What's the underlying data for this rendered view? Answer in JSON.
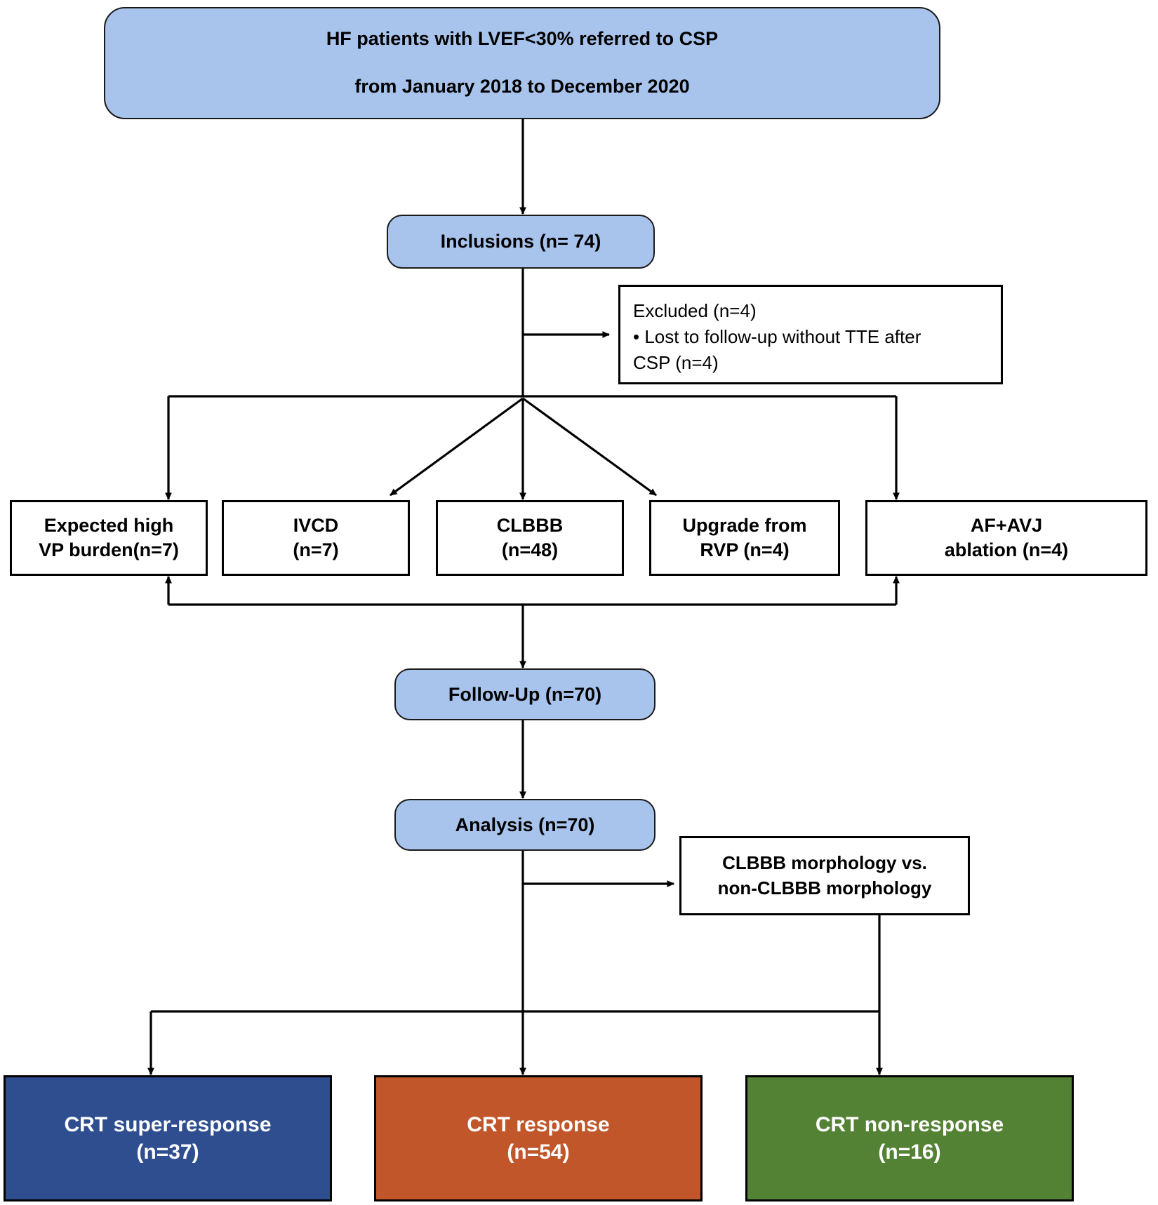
{
  "chart_data": {
    "type": "diagram",
    "title": "CRT / conduction system pacing patient flow diagram",
    "nodes": [
      {
        "id": "source",
        "label": "HF patients with LVEF<30% referred to CSP from January 2018 to December 2020",
        "count": null
      },
      {
        "id": "inclusions",
        "label": "Inclusions (n= 74)",
        "count": 74
      },
      {
        "id": "excluded",
        "label": "Excluded (n=4)",
        "count": 4
      },
      {
        "id": "vp",
        "label": "Expected high VP burden(n=7)",
        "count": 7
      },
      {
        "id": "ivcd",
        "label": "IVCD (n=7)",
        "count": 7
      },
      {
        "id": "clbbb",
        "label": "CLBBB (n=48)",
        "count": 48
      },
      {
        "id": "rvp",
        "label": "Upgrade from RVP (n=4)",
        "count": 4
      },
      {
        "id": "afavj",
        "label": "AF+AVJ ablation (n=4)",
        "count": 4
      },
      {
        "id": "followup",
        "label": "Follow-Up (n=70)",
        "count": 70
      },
      {
        "id": "analysis",
        "label": "Analysis (n=70)",
        "count": 70
      },
      {
        "id": "morph",
        "label": "CLBBB morphology vs. non-CLBBB morphology",
        "count": null
      },
      {
        "id": "super",
        "label": "CRT super-response (n=37)",
        "count": 37
      },
      {
        "id": "resp",
        "label": "CRT response (n=54)",
        "count": 54
      },
      {
        "id": "nonresp",
        "label": "CRT non-response (n=16)",
        "count": 16
      }
    ]
  },
  "source_box": {
    "line1": "HF patients with LVEF<30% referred to CSP",
    "line2": "from January 2018 to December 2020"
  },
  "inclusions_box": {
    "label": "Inclusions (n= 74)"
  },
  "excluded_box": {
    "title": "Excluded (n=4)",
    "bullet1_line1": "• Lost to follow-up without TTE after",
    "bullet1_line2": "CSP (n=4)"
  },
  "category_boxes": [
    {
      "line1": "Expected high",
      "line2": "VP burden(n=7)"
    },
    {
      "line1": "IVCD",
      "line2": "(n=7)"
    },
    {
      "line1": "CLBBB",
      "line2": "(n=48)"
    },
    {
      "line1": "Upgrade from",
      "line2": "RVP (n=4)"
    },
    {
      "line1": "AF+AVJ",
      "line2": "ablation (n=4)"
    }
  ],
  "followup_box": {
    "label": "Follow-Up (n=70)"
  },
  "analysis_box": {
    "label": "Analysis (n=70)"
  },
  "morphology_box": {
    "line1": "CLBBB morphology vs.",
    "line2": "non-CLBBB morphology"
  },
  "result_boxes": [
    {
      "line1": "CRT super-response",
      "line2": "(n=37)",
      "color": "#2E4E8F"
    },
    {
      "line1": "CRT response",
      "line2": "(n=54)",
      "color": "#C0562A"
    },
    {
      "line1": "CRT non-response",
      "line2": "(n=16)",
      "color": "#548235"
    }
  ],
  "colors": {
    "process_fill": "#A8C4EC",
    "box_stroke": "#000000",
    "super_response": "#2E4E8F",
    "response": "#C0562A",
    "non_response": "#548235",
    "background": "#FFFFFF"
  }
}
